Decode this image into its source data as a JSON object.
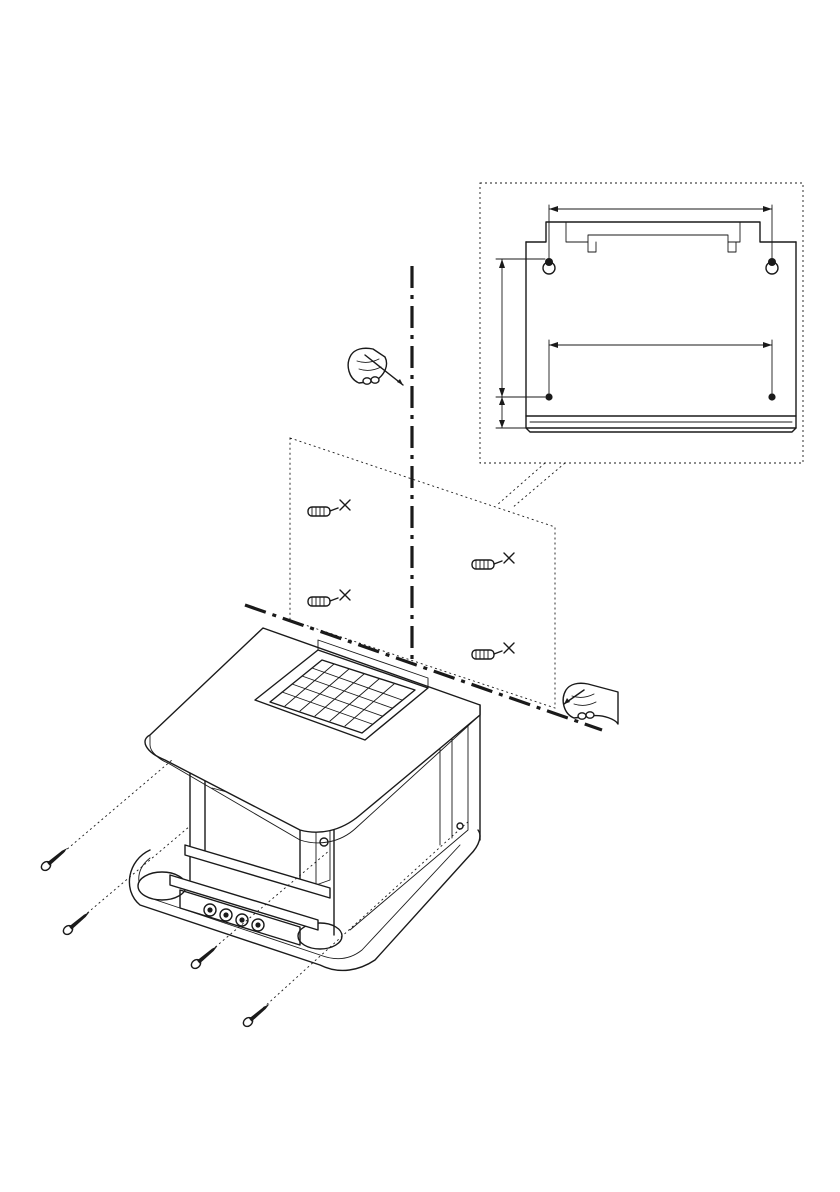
{
  "figure": {
    "kind": "wall-mount installation illustration",
    "colors": {
      "ink": "#1a1a1a",
      "paper": "#ffffff"
    },
    "icons": [
      "mounting-template-icon",
      "plumb-line-icon",
      "level-line-icon",
      "pencil-hand-icon",
      "wall-anchor-icon",
      "screw-icon",
      "speaker-unit-icon"
    ],
    "counts": {
      "wall_anchors": 4,
      "screws": 4,
      "keyhole_slots": 2,
      "lower_holes": 2
    }
  }
}
